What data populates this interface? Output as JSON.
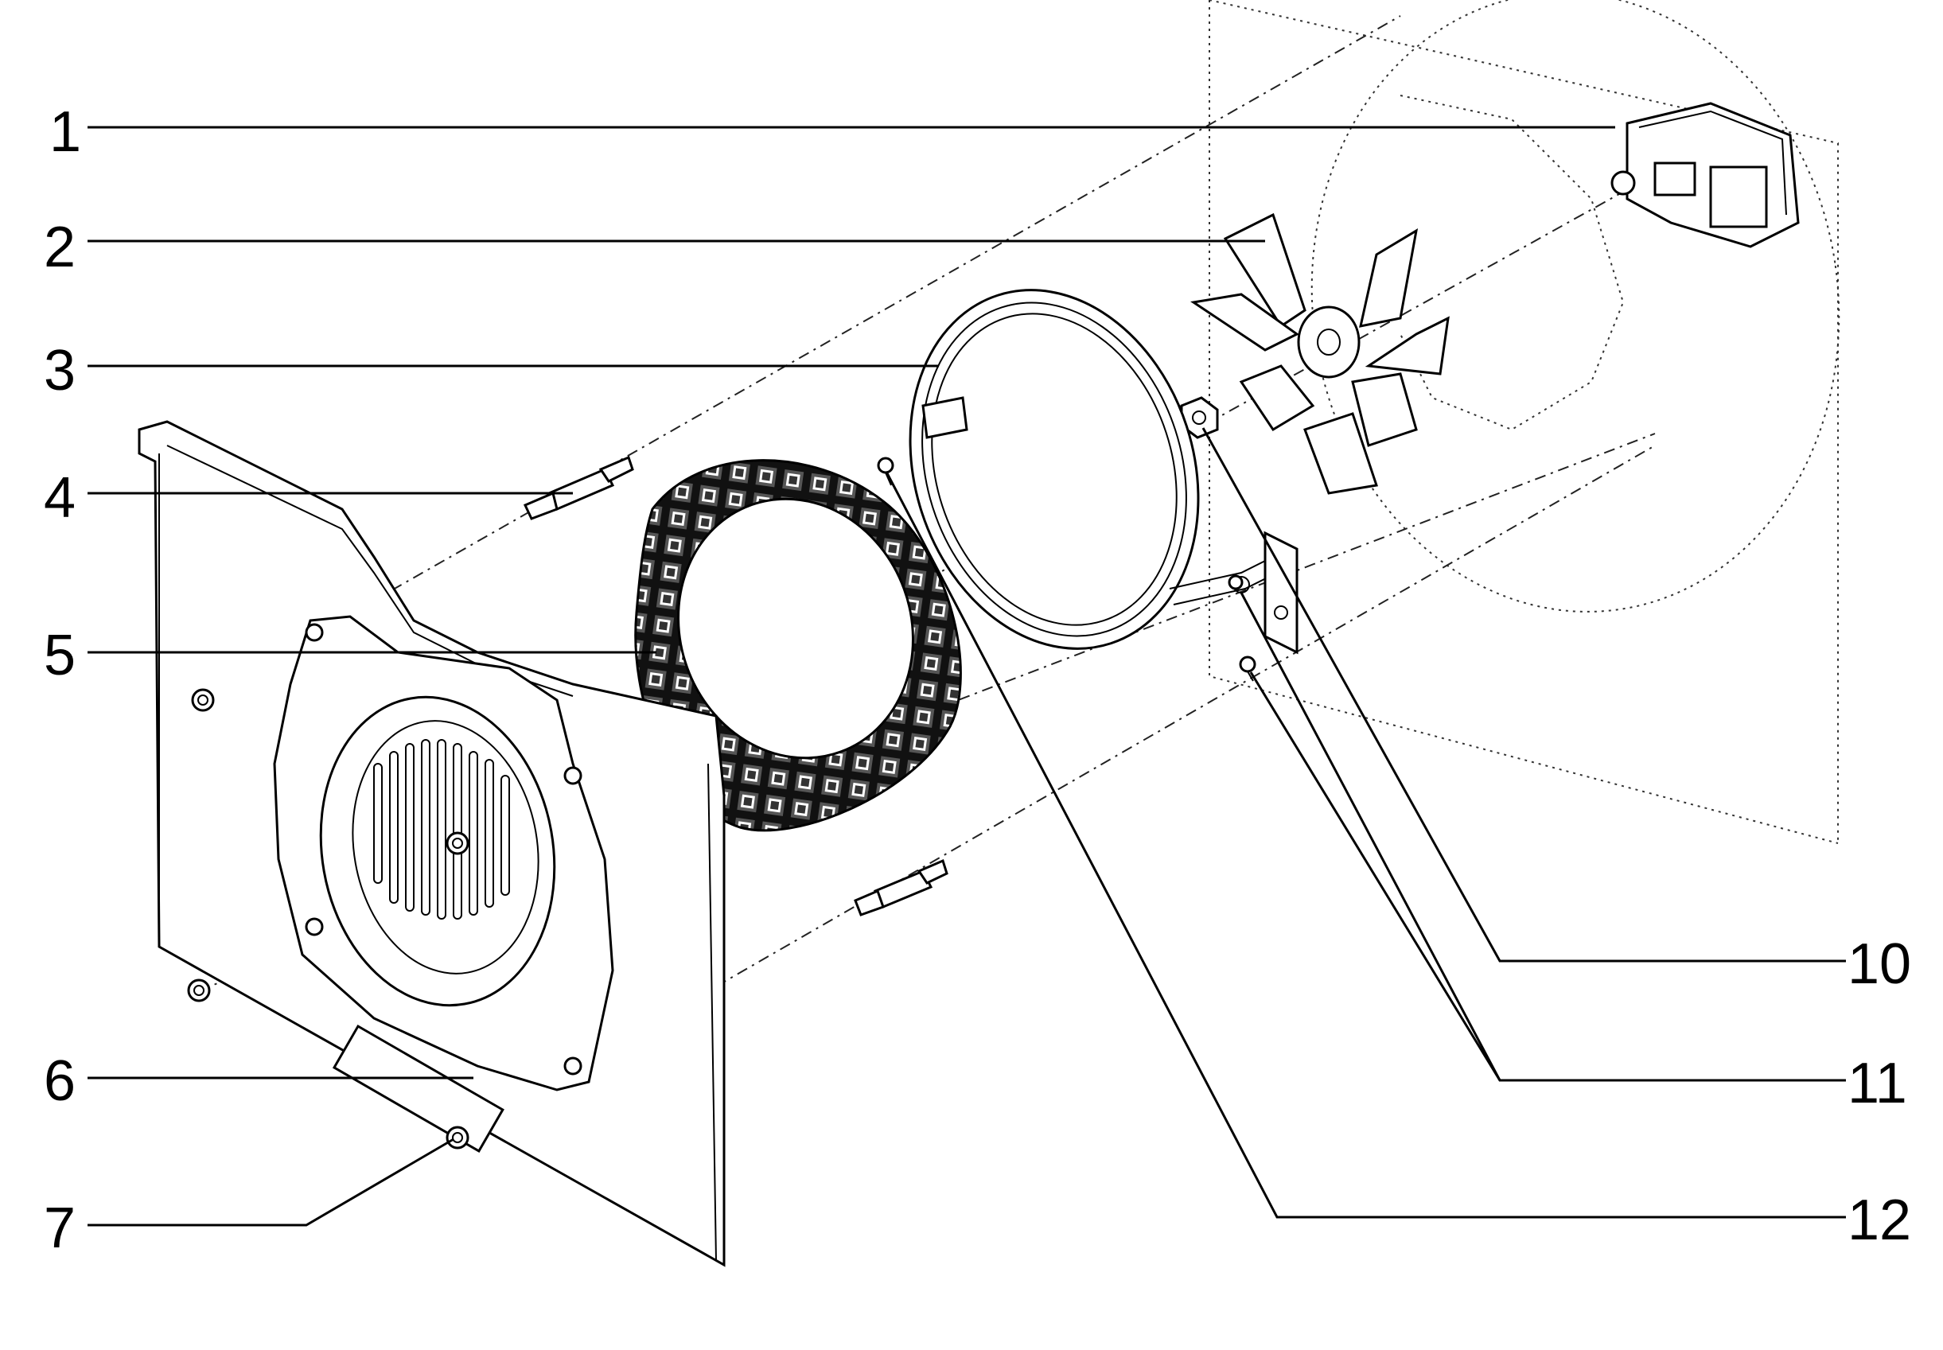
{
  "callouts": [
    {
      "id": "1",
      "label": "1"
    },
    {
      "id": "2",
      "label": "2"
    },
    {
      "id": "3",
      "label": "3"
    },
    {
      "id": "4",
      "label": "4"
    },
    {
      "id": "5",
      "label": "5"
    },
    {
      "id": "6",
      "label": "6"
    },
    {
      "id": "7",
      "label": "7"
    },
    {
      "id": "10",
      "label": "10"
    },
    {
      "id": "11",
      "label": "11"
    },
    {
      "id": "12",
      "label": "12"
    }
  ]
}
